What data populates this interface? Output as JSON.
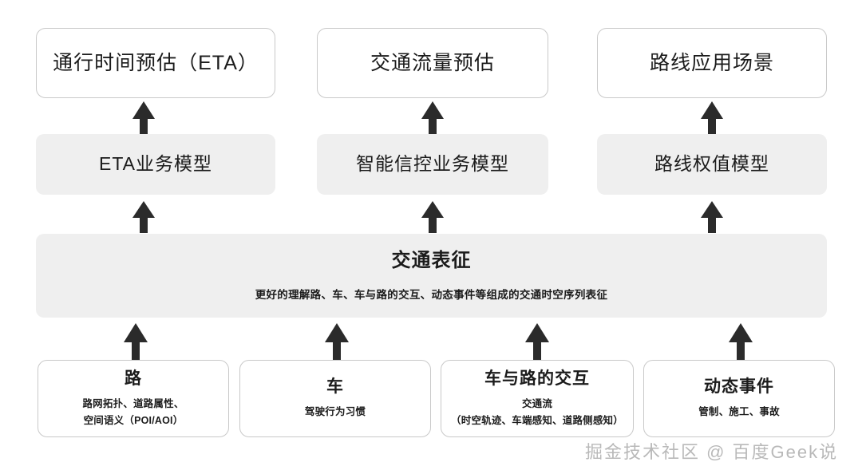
{
  "diagram": {
    "background_color": "#ffffff",
    "accent_color": "#2b2b2b",
    "fill_color": "#efefef",
    "border_color": "#c9c9c9",
    "rows": {
      "applications": [
        {
          "title": "通行时间预估（ETA）"
        },
        {
          "title": "交通流量预估"
        },
        {
          "title": "路线应用场景"
        }
      ],
      "business_models": [
        {
          "title": "ETA业务模型"
        },
        {
          "title": "智能信控业务模型"
        },
        {
          "title": "路线权值模型"
        }
      ],
      "representation": {
        "title": "交通表征",
        "subtitle": "更好的理解路、车、车与路的交互、动态事件等组成的交通时空序列表征"
      },
      "sources": [
        {
          "title": "路",
          "subtitle": "路网拓扑、道路属性、\n空间语义（POI/AOI）"
        },
        {
          "title": "车",
          "subtitle": "驾驶行为习惯"
        },
        {
          "title": "车与路的交互",
          "subtitle": "交通流\n（时空轨迹、车端感知、道路侧感知）"
        },
        {
          "title": "动态事件",
          "subtitle": "管制、施工、事故"
        }
      ]
    },
    "watermark": "掘金技术社区 @ 百度Geek说"
  }
}
